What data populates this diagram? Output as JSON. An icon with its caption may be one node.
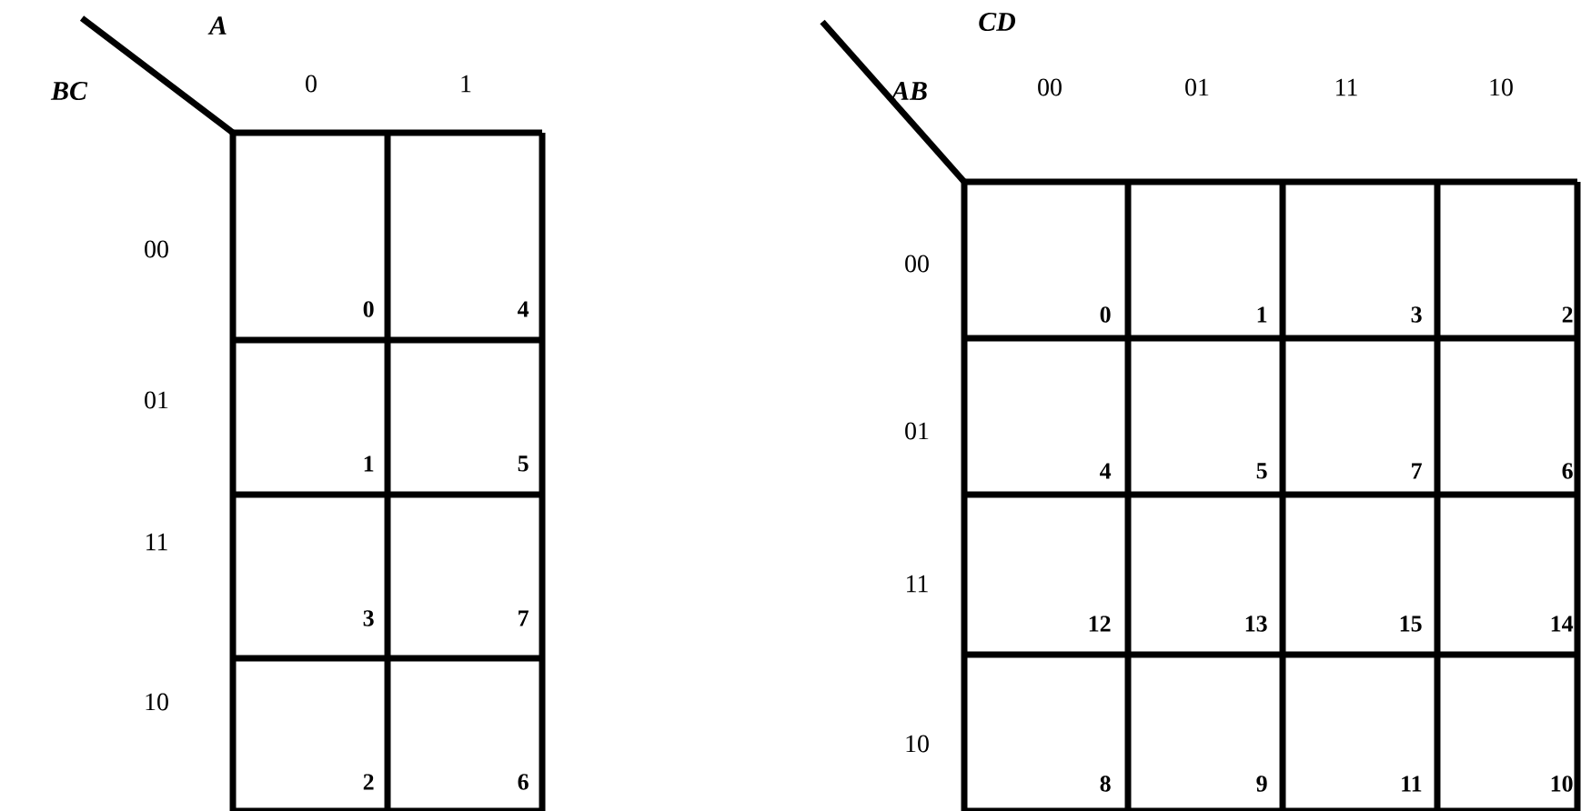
{
  "diagram": {
    "labels": [
      "A",
      "BC",
      "0",
      "1",
      "00",
      "0",
      "4",
      "01",
      "1",
      "5",
      "11",
      "3",
      "7",
      "10",
      "2",
      "6",
      "CD",
      "AB",
      "00",
      "01",
      "11",
      "10",
      "00",
      "0",
      "1",
      "3",
      "2",
      "01",
      "4",
      "5",
      "7",
      "6",
      "11",
      "12",
      "13",
      "15",
      "14",
      "10",
      "8",
      "9",
      "11",
      "10"
    ]
  }
}
